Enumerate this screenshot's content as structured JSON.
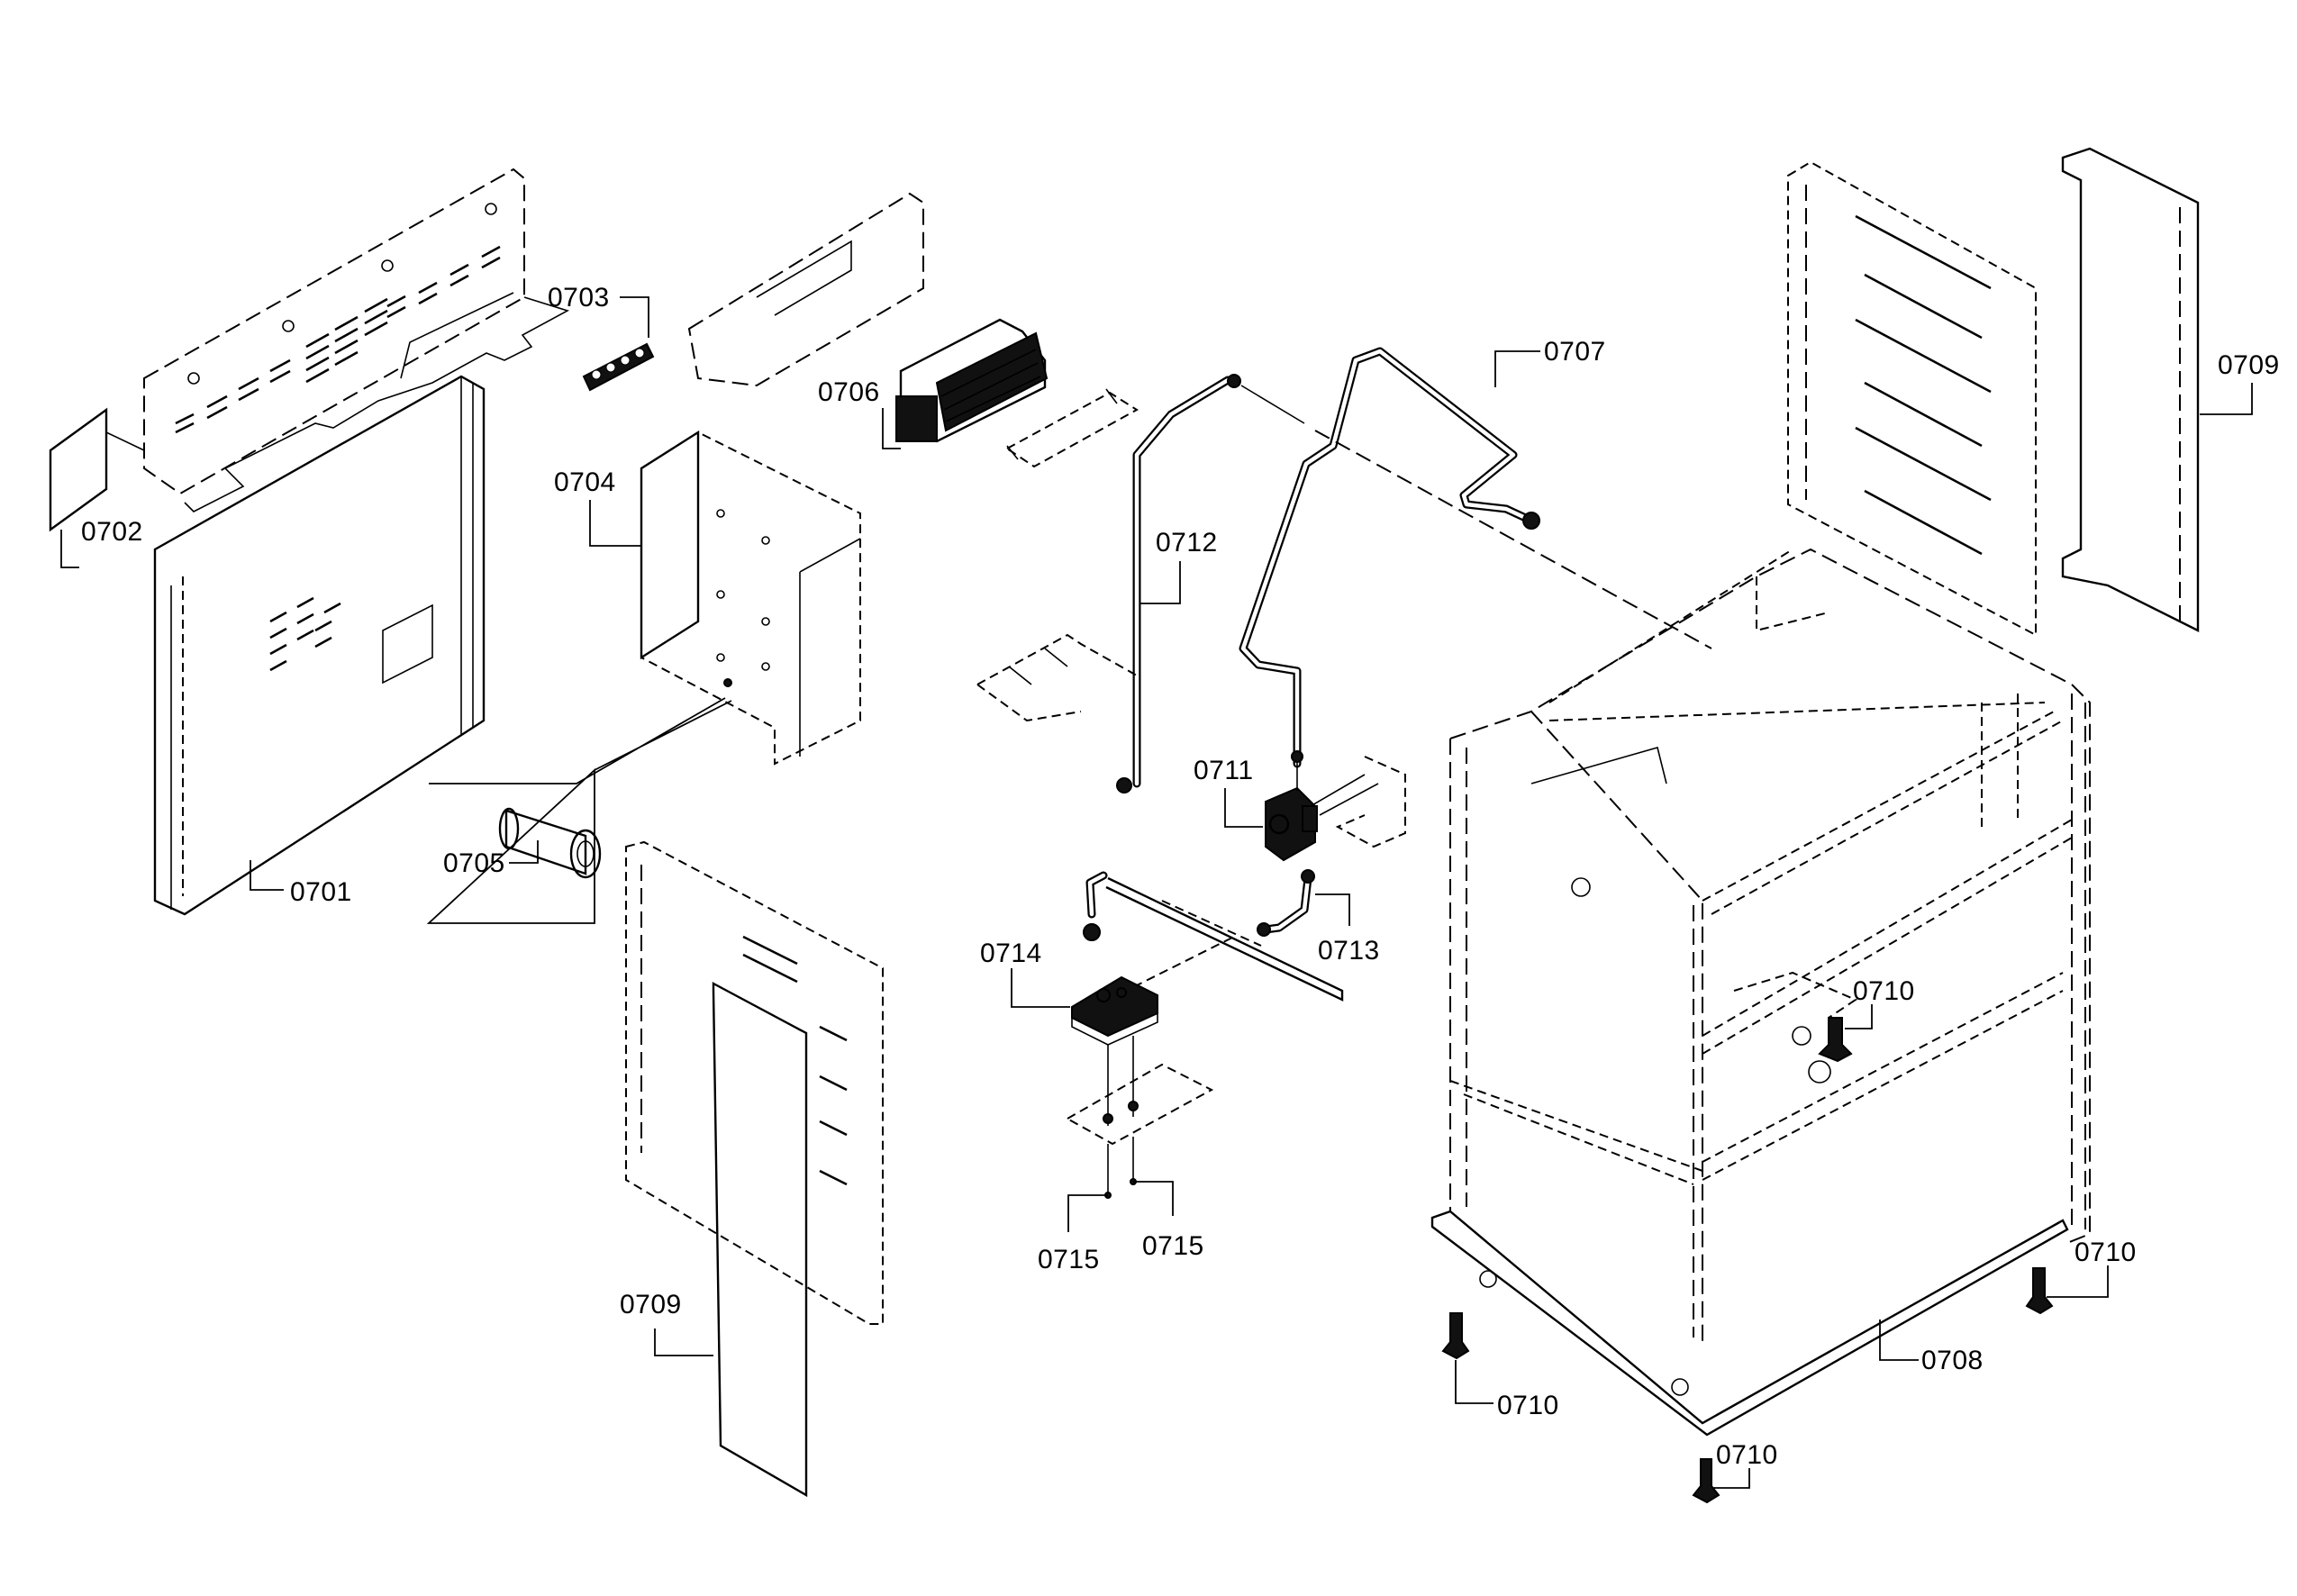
{
  "diagram": {
    "type": "exploded-parts-view",
    "subject": "range/oven body assembly",
    "line_color": "#000000",
    "background": "#ffffff"
  },
  "callouts": [
    {
      "id": "c0701",
      "label": "0701",
      "part": "side panel (left outer)"
    },
    {
      "id": "c0702",
      "label": "0702",
      "part": "small cover plate"
    },
    {
      "id": "c0703",
      "label": "0703",
      "part": "terminal block"
    },
    {
      "id": "c0704",
      "label": "0704",
      "part": "control board bracket"
    },
    {
      "id": "c0705",
      "label": "0705",
      "part": "spacer / sleeve (detail)"
    },
    {
      "id": "c0706",
      "label": "0706",
      "part": "cooling fan"
    },
    {
      "id": "c0707",
      "label": "0707",
      "part": "gas tube (upper)"
    },
    {
      "id": "c0708",
      "label": "0708",
      "part": "base plate"
    },
    {
      "id": "c0709a",
      "label": "0709",
      "part": "side trim panel (right)"
    },
    {
      "id": "c0709b",
      "label": "0709",
      "part": "side trim panel (left)"
    },
    {
      "id": "c0710a",
      "label": "0710",
      "part": "leveling foot (inner)"
    },
    {
      "id": "c0710b",
      "label": "0710",
      "part": "leveling foot (right)"
    },
    {
      "id": "c0710c",
      "label": "0710",
      "part": "leveling foot (left)"
    },
    {
      "id": "c0710d",
      "label": "0710",
      "part": "leveling foot (front)"
    },
    {
      "id": "c0711",
      "label": "0711",
      "part": "gas valve"
    },
    {
      "id": "c0712",
      "label": "0712",
      "part": "gas tube (vertical)"
    },
    {
      "id": "c0713",
      "label": "0713",
      "part": "connector tube"
    },
    {
      "id": "c0714",
      "label": "0714",
      "part": "pressure regulator"
    },
    {
      "id": "c0715a",
      "label": "0715",
      "part": "screw"
    },
    {
      "id": "c0715b",
      "label": "0715",
      "part": "screw"
    }
  ]
}
